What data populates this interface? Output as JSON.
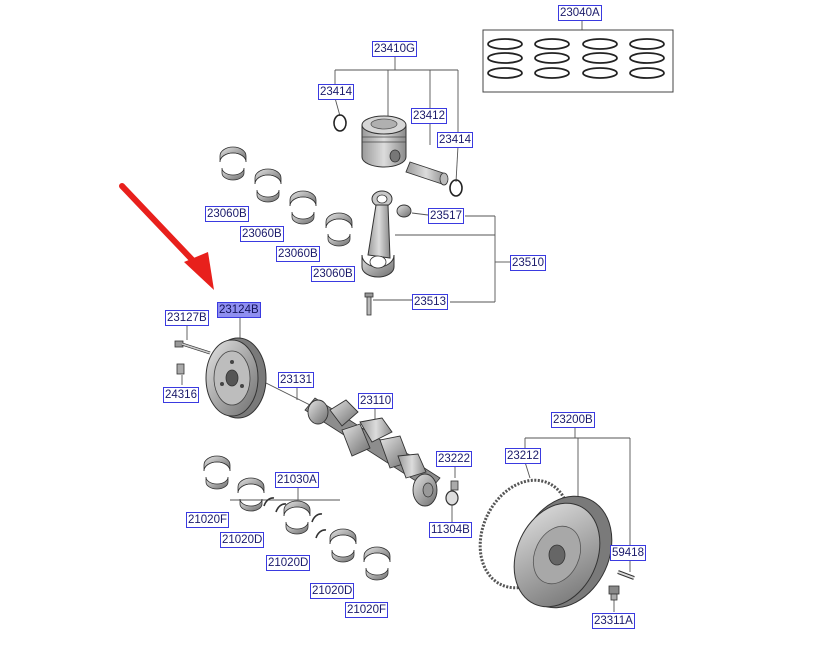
{
  "diagram": {
    "highlighted_part": "23124B",
    "parts": {
      "p23040A": "23040A",
      "p23410G": "23410G",
      "p23414a": "23414",
      "p23412": "23412",
      "p23414b": "23414",
      "p23060B1": "23060B",
      "p23060B2": "23060B",
      "p23060B3": "23060B",
      "p23060B4": "23060B",
      "p23517": "23517",
      "p23510": "23510",
      "p23513": "23513",
      "p23127B": "23127B",
      "p23124B": "23124B",
      "p24316": "24316",
      "p23131": "23131",
      "p23110": "23110",
      "p23222": "23222",
      "p11304B": "11304B",
      "p23200B": "23200B",
      "p23212": "23212",
      "p59418": "59418",
      "p23311A": "23311A",
      "p21030A": "21030A",
      "p21020F1": "21020F",
      "p21020D1": "21020D",
      "p21020D2": "21020D",
      "p21020D3": "21020D",
      "p21020F2": "21020F"
    }
  },
  "colors": {
    "label_border": "#3a3ae0",
    "highlight_fill": "#8f8ff0",
    "pointer_arrow": "#e8201c",
    "leader_line": "#555555"
  }
}
